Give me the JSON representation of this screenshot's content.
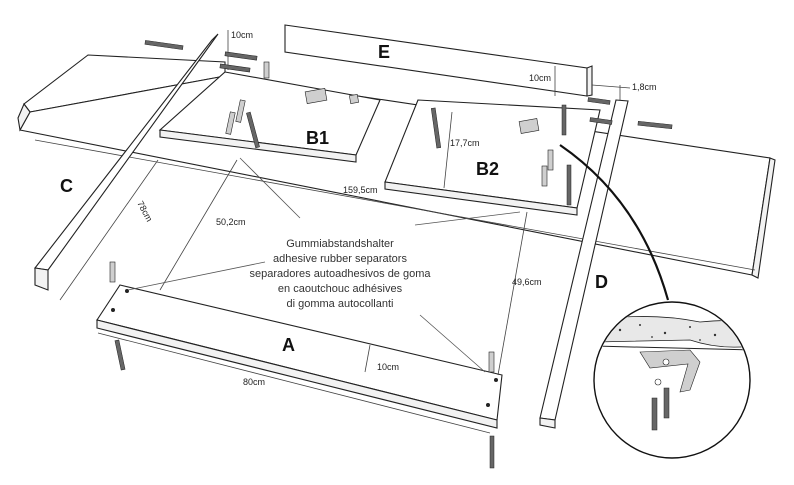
{
  "parts": {
    "a": "A",
    "b1": "B1",
    "b2": "B2",
    "c": "C",
    "d": "D",
    "e": "E"
  },
  "measurements": {
    "c_top_width": "10cm",
    "e_height": "10cm",
    "d_thickness": "1,8cm",
    "b2_depth": "17,7cm",
    "c_length": "78cm",
    "span_b1_to_a": "50,2cm",
    "total_length": "159,5cm",
    "span_b2_to_a": "49,6cm",
    "a_width": "10cm",
    "a_length": "80cm"
  },
  "note": {
    "lines": [
      "Gummiabstandshalter",
      "adhesive rubber separators",
      "separadores autoadhesivos de goma",
      "en caoutchouc adhésives",
      "di gomma autocollanti"
    ]
  },
  "icons": {
    "screw": "wood-screw-icon",
    "dowel": "wooden-dowel-icon",
    "bracket": "metal-bracket-icon"
  }
}
